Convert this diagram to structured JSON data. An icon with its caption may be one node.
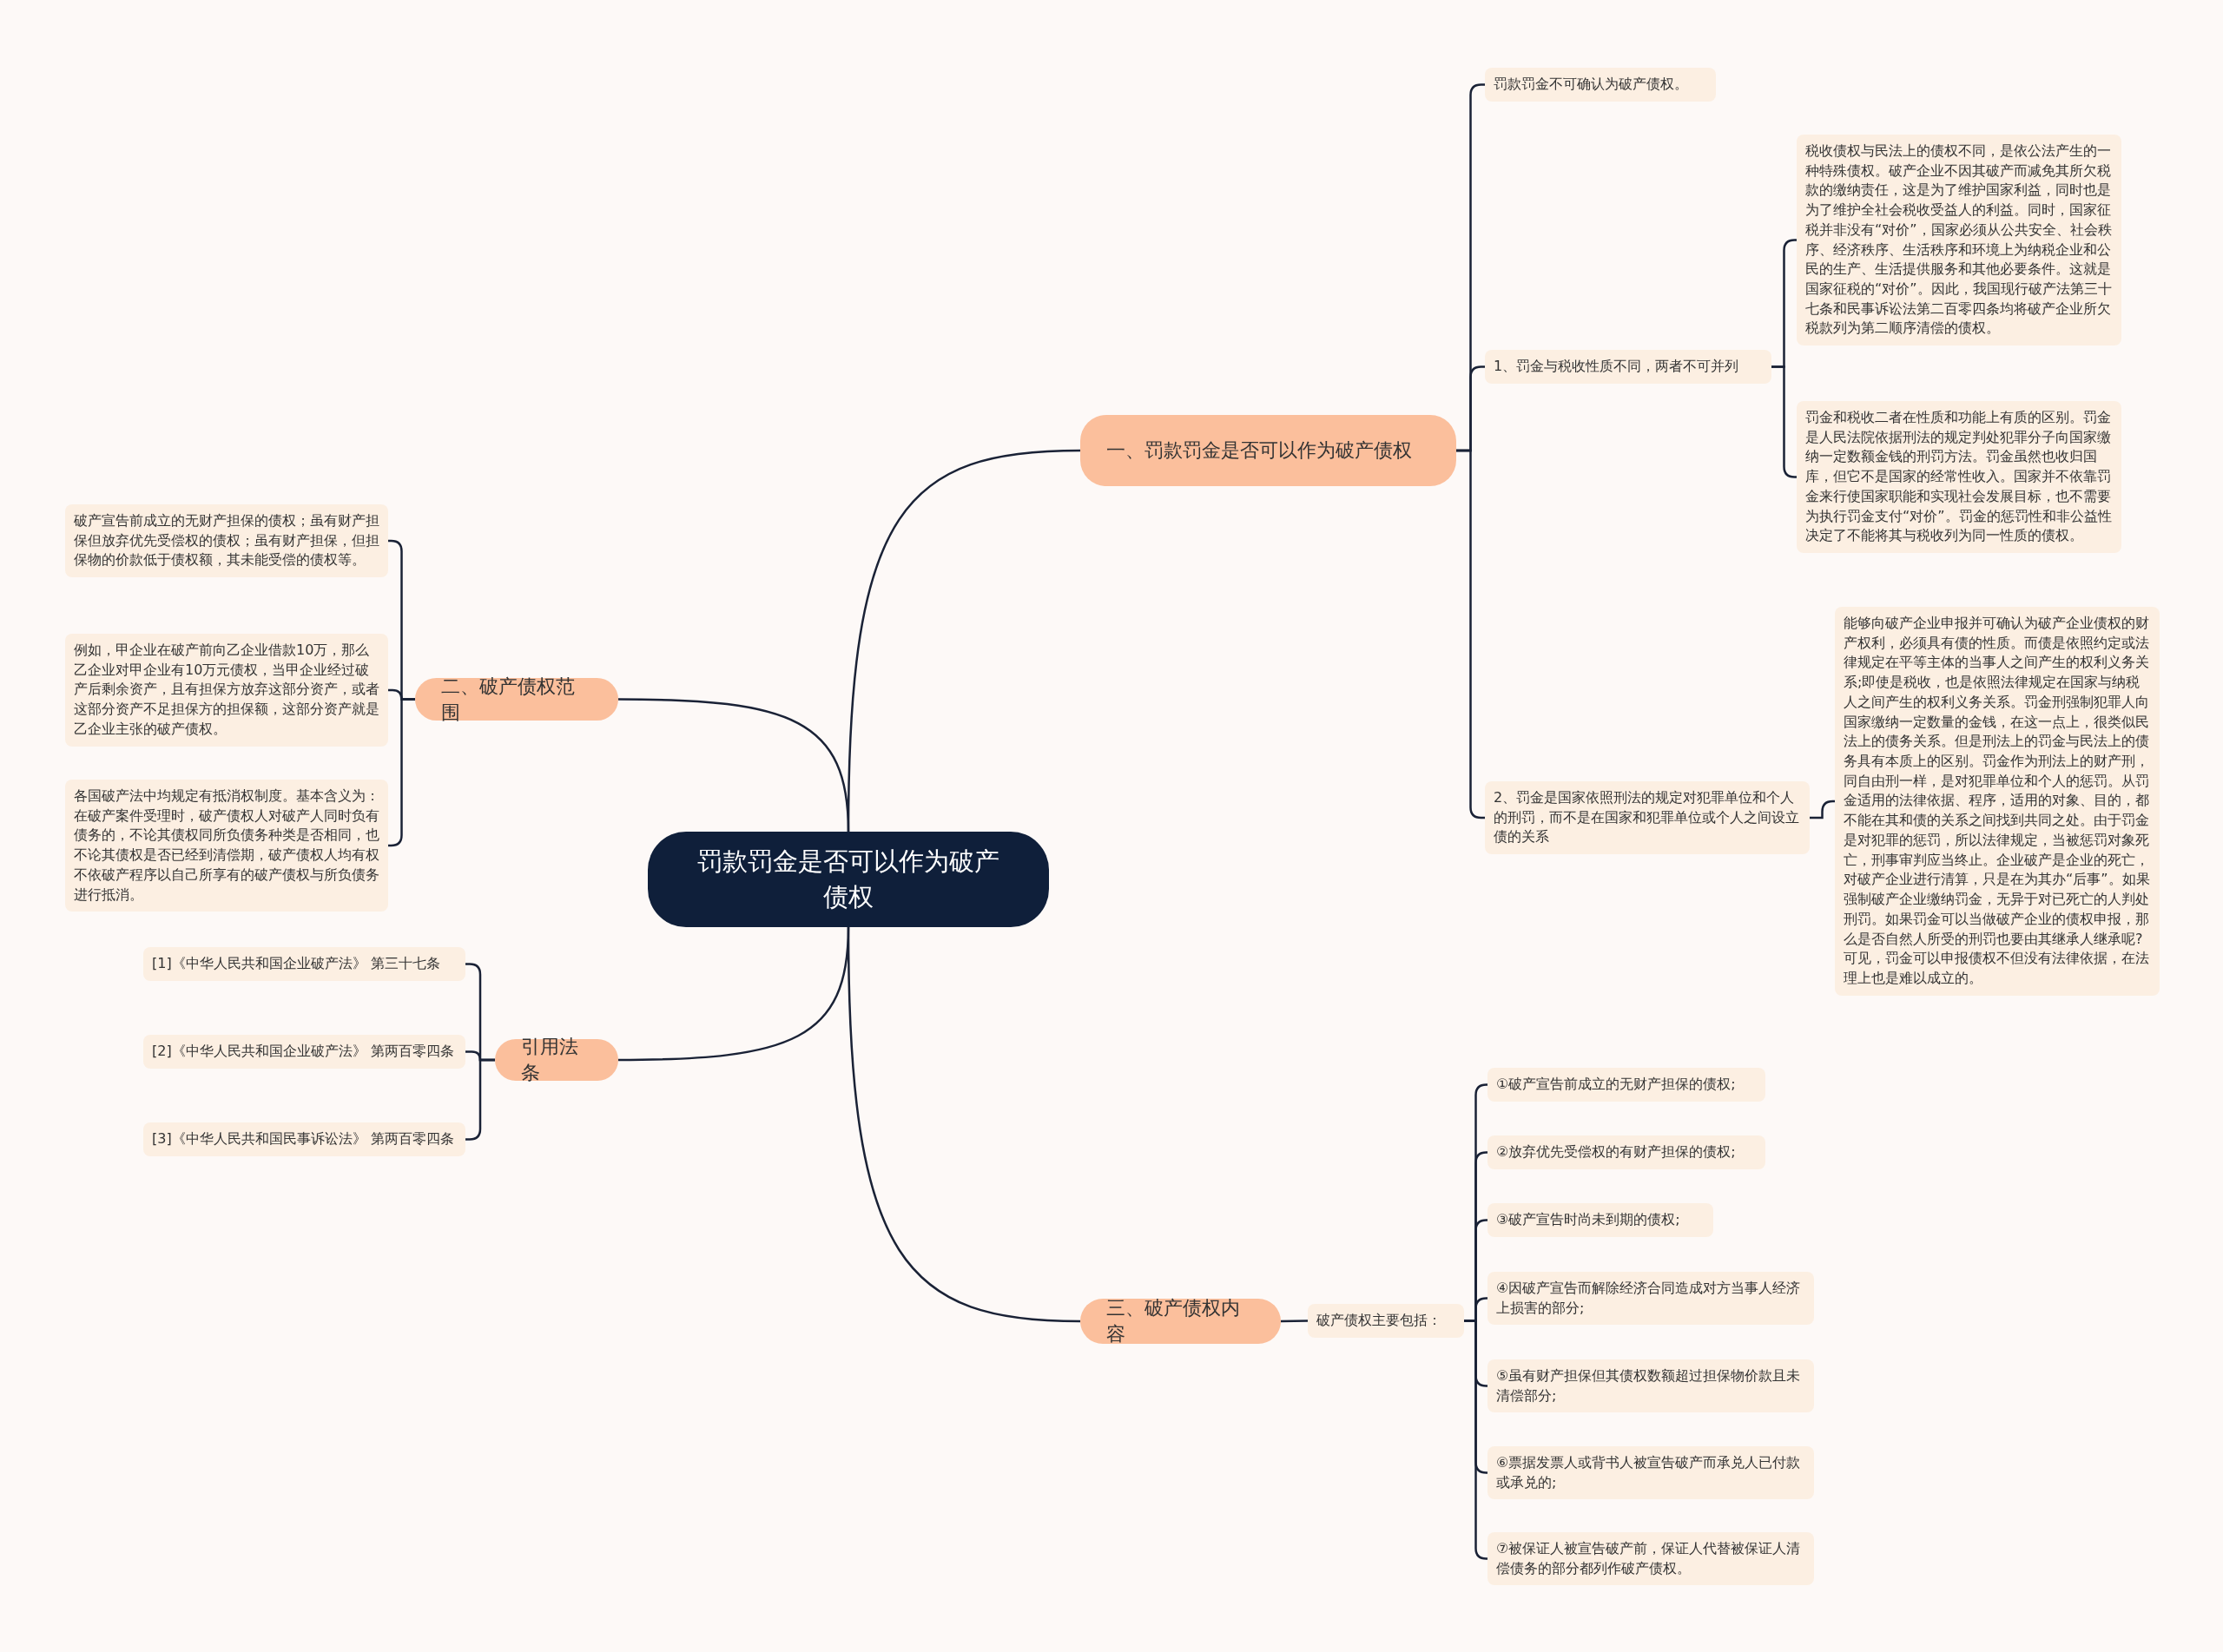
{
  "diagram": {
    "nodes": [
      {
        "text": [
          "罚款罚金是否可以作为破产债权"
        ]
      },
      {
        "text": [
          "一、罚款罚金是否可以作为破产债权"
        ]
      },
      {
        "text": [
          "罚款罚金不可确认为破产债权。"
        ]
      },
      {
        "text": [
          "1、罚金与税收性质不同，两者不可并列"
        ]
      },
      {
        "text": [
          "税收债权与民法上的债权不同，是依公法产生的一种特殊债权。破产企业不因其破产而减免其所欠税款的缴纳责任，这是为了维护国家利益，同时也是为了维护全社会税收受益人的利益。同时，国家征税并非没有“对价”，国家必须从公共安全、社会秩序、经济秩序、生活秩序和环境上为纳税企业和公民的生产、生活提供服务和其他必要条件。这就是国家征税的“对价”。因此，我国现行破产法第三十七条和民事诉讼法第二百零四条均将破产企业所欠税款列为第二顺序清偿的债权。"
        ]
      },
      {
        "text": [
          "罚金和税收二者在性质和功能上有质的区别。罚金是人民法院依据刑法的规定判处犯罪分子向国家缴纳一定数额金钱的刑罚方法。罚金虽然也收归国库，但它不是国家的经常性收入。国家并不依靠罚金来行使国家职能和实现社会发展目标，也不需要为执行罚金支付“对价”。罚金的惩罚性和非公益性决定了不能将其与税收列为同一性质的债权。"
        ]
      },
      {
        "text": [
          "2、罚金是国家依照刑法的规定对犯罪单位和个人的刑罚，而不是在国家和犯罪单位或个人之间设立债的关系"
        ]
      },
      {
        "text": [
          "能够向破产企业申报并可确认为破产企业债权的财产权利，必须具有债的性质。而债是依照约定或法律规定在平等主体的当事人之间产生的权利义务关系;即使是税收，也是依照法律规定在国家与纳税人之间产生的权利义务关系。罚金刑强制犯罪人向国家缴纳一定数量的金钱，在这一点上，很类似民法上的债务关系。但是刑法上的罚金与民法上的债务具有本质上的区别。罚金作为刑法上的财产刑，同自由刑一样，是对犯罪单位和个人的惩罚。从罚金适用的法律依据、程序，适用的对象、目的，都不能在其和债的关系之间找到共同之处。由于罚金是对犯罪的惩罚，所以法律规定，当被惩罚对象死亡，刑事审判应当终止。企业破产是企业的死亡，对破产企业进行清算，只是在为其办“后事”。如果强制破产企业缴纳罚金，无异于对已死亡的人判处刑罚。如果罚金可以当做破产企业的债权申报，那么是否自然人所受的刑罚也要由其继承人继承呢?可见，罚金可以申报债权不但没有法律依据，在法理上也是难以成立的。"
        ]
      },
      {
        "text": [
          "二、破产债权范围"
        ]
      },
      {
        "text": [
          "破产宣告前成立的无财产担保的债权；虽有财产担保但放弃优先受偿权的债权；虽有财产担保，但担保物的价款低于债权额，其未能受偿的债权等。"
        ]
      },
      {
        "text": [
          "例如，甲企业在破产前向乙企业借款10万，那么乙企业对甲企业有10万元债权，当甲企业经过破产后剩余资产，且有担保方放弃这部分资产，或者这部分资产不足担保方的担保额，这部分资产就是乙企业主张的破产债权。"
        ]
      },
      {
        "text": [
          "各国破产法中均规定有抵消权制度。基本含义为：在破产案件受理时，破产债权人对破产人同时负有债务的，不论其债权同所负债务种类是否相同，也不论其债权是否已经到清偿期，破产债权人均有权不依破产程序以自己所享有的破产债权与所负债务进行抵消。"
        ]
      },
      {
        "text": [
          "引用法条"
        ]
      },
      {
        "text": [
          "[1]《中华人民共和国企业破产法》 第三十七条"
        ]
      },
      {
        "text": [
          "[2]《中华人民共和国企业破产法》 第两百零四条"
        ]
      },
      {
        "text": [
          "[3]《中华人民共和国民事诉讼法》 第两百零四条"
        ]
      },
      {
        "text": [
          "三、破产债权内容"
        ]
      },
      {
        "text": [
          "破产债权主要包括："
        ]
      },
      {
        "text": [
          "①破产宣告前成立的无财产担保的债权;"
        ]
      },
      {
        "text": [
          "②放弃优先受偿权的有财产担保的债权;"
        ]
      },
      {
        "text": [
          "③破产宣告时尚未到期的债权;"
        ]
      },
      {
        "text": [
          "④因破产宣告而解除经济合同造成对方当事人经济上损害的部分;"
        ]
      },
      {
        "text": [
          "⑤虽有财产担保但其债权数额超过担保物价款且未清偿部分;"
        ]
      },
      {
        "text": [
          "⑥票据发票人或背书人被宣告破产而承兑人已付款或承兑的;"
        ]
      },
      {
        "text": [
          "⑦被保证人被宣告破产前，保证人代替被保证人清偿债务的部分都列作破产债权。"
        ]
      }
    ],
    "edges": [
      {
        "from": 0,
        "to": 1,
        "arrow": "none"
      },
      {
        "from": 0,
        "to": 8,
        "arrow": "none"
      },
      {
        "from": 0,
        "to": 12,
        "arrow": "none"
      },
      {
        "from": 0,
        "to": 16,
        "arrow": "none"
      },
      {
        "from": 1,
        "to": 2,
        "arrow": "none"
      },
      {
        "from": 1,
        "to": 3,
        "arrow": "none"
      },
      {
        "from": 1,
        "to": 6,
        "arrow": "none"
      },
      {
        "from": 3,
        "to": 4,
        "arrow": "none"
      },
      {
        "from": 3,
        "to": 5,
        "arrow": "none"
      },
      {
        "from": 6,
        "to": 7,
        "arrow": "none"
      },
      {
        "from": 8,
        "to": 9,
        "arrow": "none"
      },
      {
        "from": 8,
        "to": 10,
        "arrow": "none"
      },
      {
        "from": 8,
        "to": 11,
        "arrow": "none"
      },
      {
        "from": 12,
        "to": 13,
        "arrow": "none"
      },
      {
        "from": 12,
        "to": 14,
        "arrow": "none"
      },
      {
        "from": 12,
        "to": 15,
        "arrow": "none"
      },
      {
        "from": 16,
        "to": 17,
        "arrow": "none"
      },
      {
        "from": 17,
        "to": 18,
        "arrow": "none"
      },
      {
        "from": 17,
        "to": 19,
        "arrow": "none"
      },
      {
        "from": 17,
        "to": 20,
        "arrow": "none"
      },
      {
        "from": 17,
        "to": 21,
        "arrow": "none"
      },
      {
        "from": 17,
        "to": 22,
        "arrow": "none"
      },
      {
        "from": 17,
        "to": 23,
        "arrow": "none"
      },
      {
        "from": 17,
        "to": 24,
        "arrow": "none"
      }
    ]
  }
}
